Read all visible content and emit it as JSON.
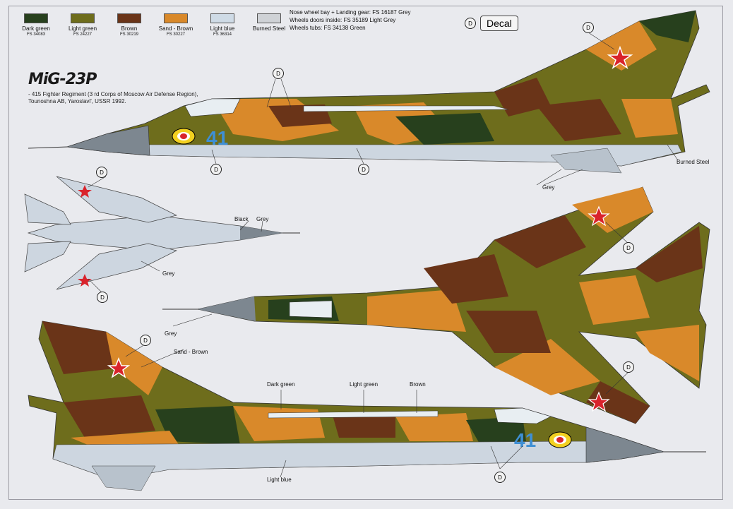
{
  "legend": [
    {
      "name": "Dark green",
      "fs": "FS 34083",
      "color": "#27401d"
    },
    {
      "name": "Light green",
      "fs": "FS 24227",
      "color": "#6e6d1c"
    },
    {
      "name": "Brown",
      "fs": "FS 30219",
      "color": "#6a3418"
    },
    {
      "name": "Sand - Brown",
      "fs": "FS 30227",
      "color": "#d9892a"
    },
    {
      "name": "Light blue",
      "fs": "FS 36314",
      "color": "#cfdbe6"
    },
    {
      "name": "Burned Steel",
      "fs": "",
      "color": "#cfd2d6"
    }
  ],
  "info_lines": [
    "Nose wheel bay + Landing gear: FS 16187 Grey",
    "Wheels doors inside: FS 35189 Light Grey",
    "Wheels tubs: FS 34138 Green"
  ],
  "decal_key": {
    "marker": "D",
    "label": "Decal"
  },
  "title": "MiG-23P",
  "description": [
    "- 415 Fighter Regiment (3 rd Corps of Moscow Air Defense Region),",
    "Tounoshna AB, Yaroslavl', USSR 1992."
  ],
  "callouts": {
    "burned_steel": "Burned Steel",
    "grey": "Grey",
    "black": "Black",
    "sand_brown": "Sand - Brown",
    "dark_green": "Dark green",
    "light_green": "Light green",
    "brown": "Brown",
    "light_blue": "Light blue"
  },
  "markings": {
    "side_number": "41",
    "decal_marker": "D"
  },
  "colors": {
    "nose_grey": "#7d8790",
    "underside": "#cdd6e0",
    "star_red": "#d9232b",
    "number_blue": "#3e8fd4"
  }
}
